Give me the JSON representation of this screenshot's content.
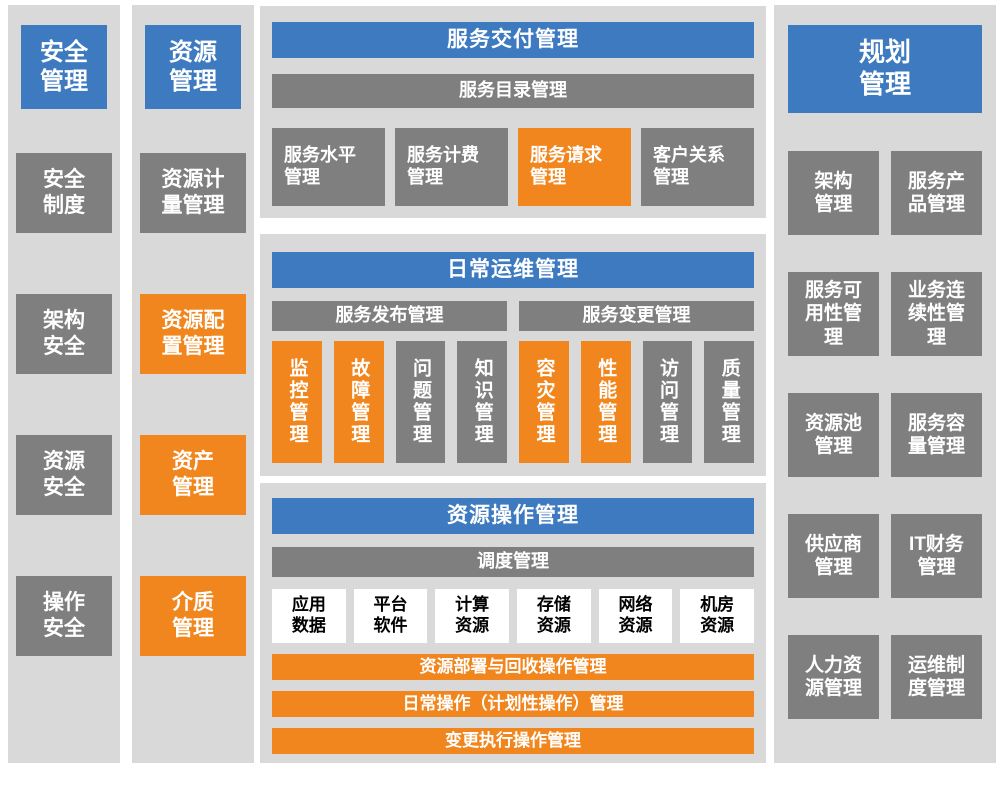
{
  "colors": {
    "blue": "#3D7AC0",
    "gray": "#7F7F7F",
    "orange": "#F0861D",
    "panel": "#D9D9D9",
    "text_light": "#FFFFFF",
    "text_dark": "#000000"
  },
  "security_column": {
    "header": "安全管理",
    "items": [
      {
        "label": "安全制度",
        "style": "gray"
      },
      {
        "label": "架构安全",
        "style": "gray"
      },
      {
        "label": "资源安全",
        "style": "gray"
      },
      {
        "label": "操作安全",
        "style": "gray"
      }
    ]
  },
  "resource_column": {
    "header": "资源管理",
    "items": [
      {
        "label": "资源计量管理",
        "style": "gray"
      },
      {
        "label": "资源配置管理",
        "style": "orange"
      },
      {
        "label": "资产管理",
        "style": "orange"
      },
      {
        "label": "介质管理",
        "style": "orange"
      }
    ]
  },
  "service_delivery": {
    "title": "服务交付管理",
    "catalog": "服务目录管理",
    "items": [
      {
        "label": "服务水平管理",
        "style": "gray"
      },
      {
        "label": "服务计费管理",
        "style": "gray"
      },
      {
        "label": "服务请求管理",
        "style": "orange"
      },
      {
        "label": "客户关系管理",
        "style": "gray"
      }
    ]
  },
  "daily_operations": {
    "title": "日常运维管理",
    "subheaders": [
      {
        "label": "服务发布管理"
      },
      {
        "label": "服务变更管理"
      }
    ],
    "items": [
      {
        "label": "监控管理",
        "style": "orange"
      },
      {
        "label": "故障管理",
        "style": "orange"
      },
      {
        "label": "问题管理",
        "style": "gray"
      },
      {
        "label": "知识管理",
        "style": "gray"
      },
      {
        "label": "容灾管理",
        "style": "orange"
      },
      {
        "label": "性能管理",
        "style": "orange"
      },
      {
        "label": "访问管理",
        "style": "gray"
      },
      {
        "label": "质量管理",
        "style": "gray"
      }
    ]
  },
  "resource_operations": {
    "title": "资源操作管理",
    "scheduling": "调度管理",
    "resources": [
      {
        "label": "应用数据"
      },
      {
        "label": "平台软件"
      },
      {
        "label": "计算资源"
      },
      {
        "label": "存储资源"
      },
      {
        "label": "网络资源"
      },
      {
        "label": "机房资源"
      }
    ],
    "bars": [
      {
        "label": "资源部署与回收操作管理"
      },
      {
        "label": "日常操作（计划性操作）管理"
      },
      {
        "label": "变更执行操作管理"
      }
    ]
  },
  "planning_column": {
    "header": "规划管理",
    "items": [
      {
        "label": "架构管理"
      },
      {
        "label": "服务产品管理"
      },
      {
        "label": "服务可用性管理"
      },
      {
        "label": "业务连续性管理"
      },
      {
        "label": "资源池管理"
      },
      {
        "label": "服务容量管理"
      },
      {
        "label": "供应商管理"
      },
      {
        "label": "IT财务管理"
      },
      {
        "label": "人力资源管理"
      },
      {
        "label": "运维制度管理"
      }
    ]
  }
}
